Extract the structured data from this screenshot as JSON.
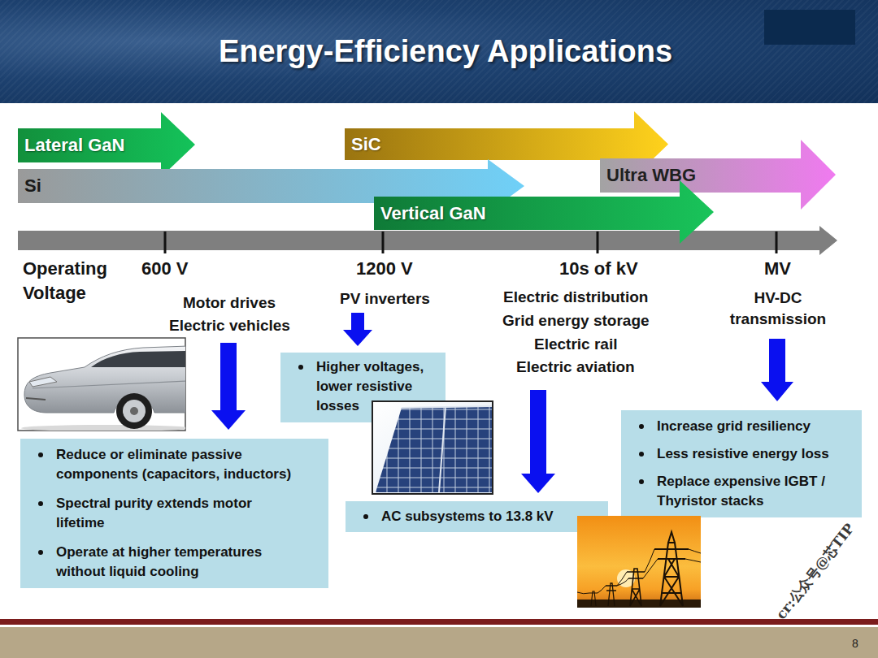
{
  "diagram": {
    "title": "Energy-Efficiency Applications",
    "nodes": [
      {
        "text": [
          "Lateral GaN"
        ]
      },
      {
        "text": [
          "SiC"
        ]
      },
      {
        "text": [
          "Si"
        ]
      },
      {
        "text": [
          "Ultra WBG"
        ]
      },
      {
        "text": [
          "Vertical GaN"
        ]
      },
      {
        "text": [
          "Higher voltages, lower resistive losses"
        ]
      },
      {
        "text": [
          "Increase grid resiliency",
          "Less resistive energy loss",
          "Replace expensive IGBT / Thyristor stacks"
        ]
      },
      {
        "text": [
          "Reduce or eliminate passive components (capacitors, inductors)",
          "Spectral purity extends motor lifetime",
          "Operate at higher temperatures without liquid cooling"
        ]
      },
      {
        "text": [
          "AC subsystems to 13.8 kV"
        ]
      }
    ],
    "labels": [
      "Operating Voltage",
      "600 V",
      "1200 V",
      "10s of kV",
      "MV",
      "Motor drives",
      "Electric vehicles",
      "PV inverters",
      "Electric distribution",
      "Grid energy storage",
      "Electric rail",
      "Electric aviation",
      "HV-DC transmission",
      "cr:公众号@芯TIP",
      "8"
    ]
  }
}
